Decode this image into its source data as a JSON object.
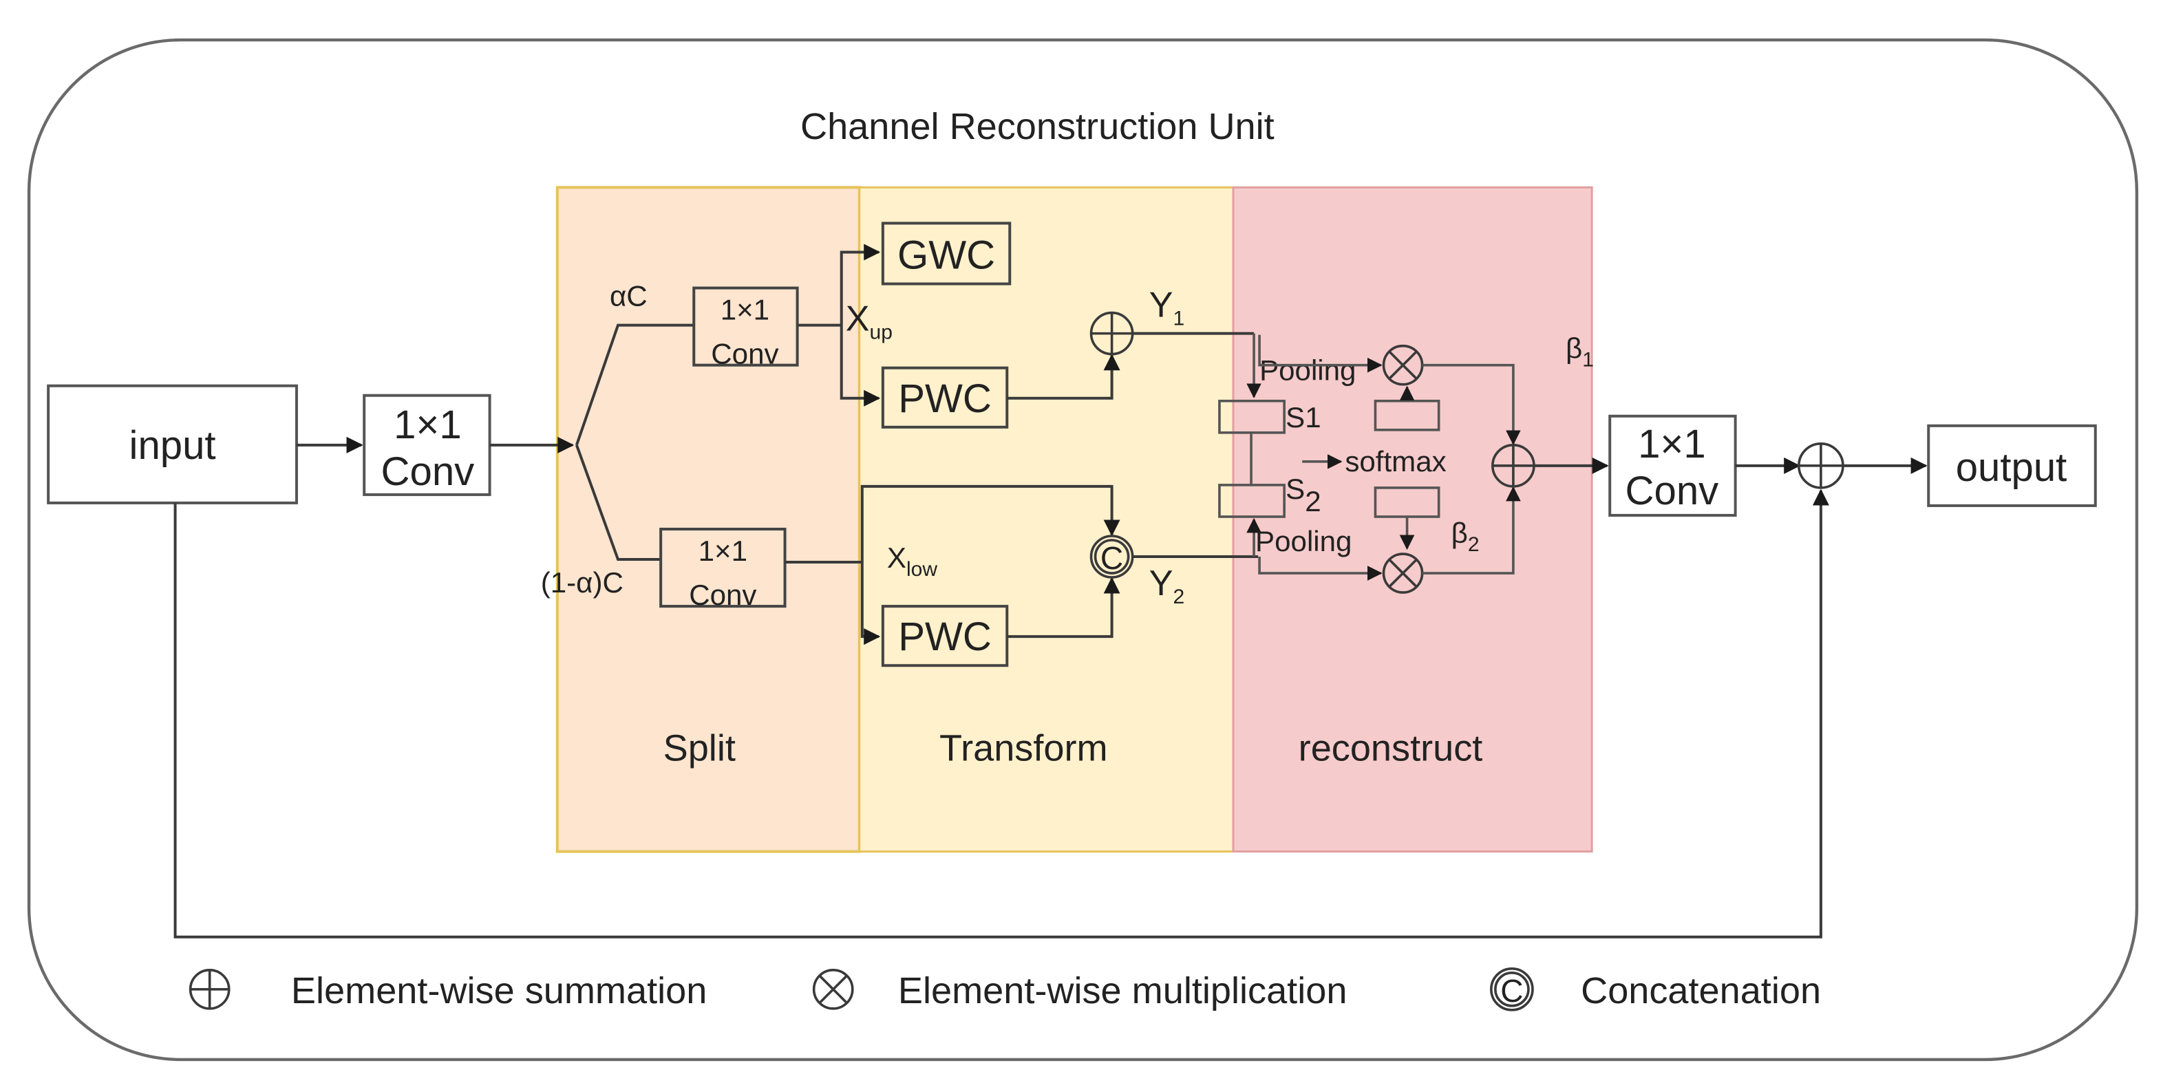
{
  "title": "Channel Reconstruction Unit",
  "colors": {
    "split_bg": "#fde5cf",
    "transform_bg": "#fff1cc",
    "reconstruct_bg": "#f6cbcb",
    "split_border": "#e6c35a",
    "reconstruct_border": "#e0a0a0",
    "line": "#3a3a3a"
  },
  "stages": {
    "split": "Split",
    "transform": "Transform",
    "reconstruct": "reconstruct"
  },
  "nodes": {
    "input": "input",
    "output": "output",
    "conv_pre": {
      "line1": "1×1",
      "line2": "Conv"
    },
    "conv_up": {
      "line1": "1×1",
      "line2": "Conv"
    },
    "conv_low": {
      "line1": "1×1",
      "line2": "Conv"
    },
    "conv_post": {
      "line1": "1×1",
      "line2": "Conv"
    },
    "gwc": "GWC",
    "pwc_up": "PWC",
    "pwc_low": "PWC",
    "softmax": "softmax",
    "pooling_top": "Pooling",
    "pooling_bottom": "Pooling"
  },
  "labels": {
    "alpha_c": "αC",
    "one_minus_alpha_c": "(1-α)C",
    "x_up": {
      "base": "X",
      "sub": "up"
    },
    "x_low": {
      "base": "X",
      "sub": "low"
    },
    "y1": {
      "base": "Y",
      "sub": "1"
    },
    "y2": {
      "base": "Y",
      "sub": "2"
    },
    "s1": {
      "base": "S",
      "sub": "1"
    },
    "s2": {
      "base": "S",
      "sub": "2"
    },
    "beta1": {
      "base": "β",
      "sub": "1"
    },
    "beta2": {
      "base": "β",
      "sub": "2"
    }
  },
  "operators": {
    "sum_symbol": "⊕",
    "mul_symbol": "⊗",
    "concat_symbol": "C"
  },
  "legend": [
    {
      "icon": "circle-plus-icon",
      "label": "Element-wise summation"
    },
    {
      "icon": "circle-times-icon",
      "label": "Element-wise multiplication"
    },
    {
      "icon": "circle-c-icon",
      "label": "Concatenation"
    }
  ]
}
